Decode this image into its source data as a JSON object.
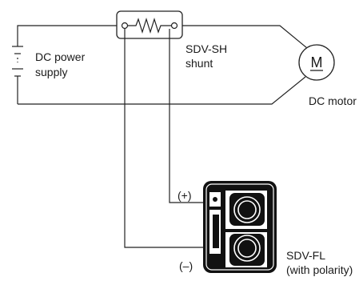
{
  "labels": {
    "power_supply": [
      "DC power",
      "supply"
    ],
    "shunt": [
      "SDV-SH",
      "shunt"
    ],
    "motor_symbol": "M",
    "motor": "DC motor",
    "meter": [
      "SDV-FL",
      "(with polarity)"
    ],
    "plus": "(+)",
    "minus": "(–)"
  },
  "icons": {
    "resistor": "resistor-icon",
    "battery": "battery-icon",
    "motor": "motor-icon",
    "meter": "meter-device-icon"
  },
  "colors": {
    "line": "#222222",
    "meter_body": "#111111",
    "meter_window": "#ffffff"
  }
}
